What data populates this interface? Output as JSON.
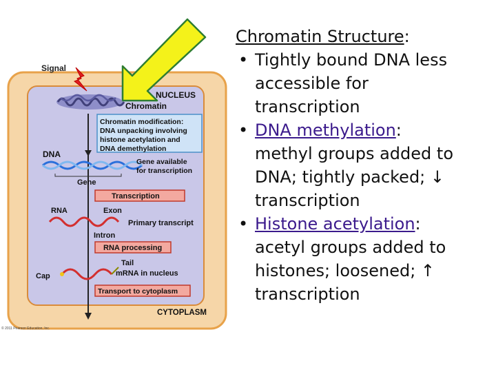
{
  "slide": {
    "heading": "Chromatin Structure",
    "heading_colon": ":",
    "bullets": [
      {
        "lines": [
          "Tightly bound DNA less",
          "accessible for",
          "transcription"
        ]
      },
      {
        "term": "DNA methylation",
        "term_colon": ":",
        "lines": [
          "methyl groups added to",
          "DNA; tightly packed; ↓",
          "transcription"
        ]
      },
      {
        "term": "Histone acetylation",
        "term_colon": ":",
        "lines": [
          "acetyl groups added to",
          "histones; loosened; ↑",
          "transcription"
        ]
      }
    ],
    "bullet_glyph": "•"
  },
  "figure": {
    "signal": "Signal",
    "nucleus": "NUCLEUS",
    "chromatin": "Chromatin",
    "mod_box": [
      "Chromatin modification:",
      "DNA unpacking involving",
      "histone acetylation and",
      "DNA demethylation"
    ],
    "dna": "DNA",
    "gene_available": [
      "Gene available",
      "for transcription"
    ],
    "gene": "Gene",
    "transcription": "Transcription",
    "rna": "RNA",
    "exon": "Exon",
    "primary_transcript": "Primary transcript",
    "intron": "Intron",
    "rna_processing": "RNA processing",
    "tail": "Tail",
    "cap": "Cap",
    "mrna": "mRNA in nucleus",
    "transport": "Transport to cytoplasm",
    "cytoplasm": "CYTOPLASM",
    "copyright": "© 2011 Pearson Education, Inc."
  },
  "colors": {
    "cell_fill": "#f6d6a8",
    "cell_border": "#e8a24a",
    "nucleus_fill": "#c9c7e8",
    "mod_box_fill": "#cfe3f7",
    "mod_box_border": "#4a90c8",
    "process_box_fill": "#f3a9a0",
    "process_box_border": "#c0392b",
    "arrow_yellow": "#f4f21a",
    "arrow_outline": "#2e7d32",
    "term_color": "#3b1a8c"
  },
  "icons": [
    "yellow-pointer-arrow",
    "signal-lightning-icon"
  ]
}
